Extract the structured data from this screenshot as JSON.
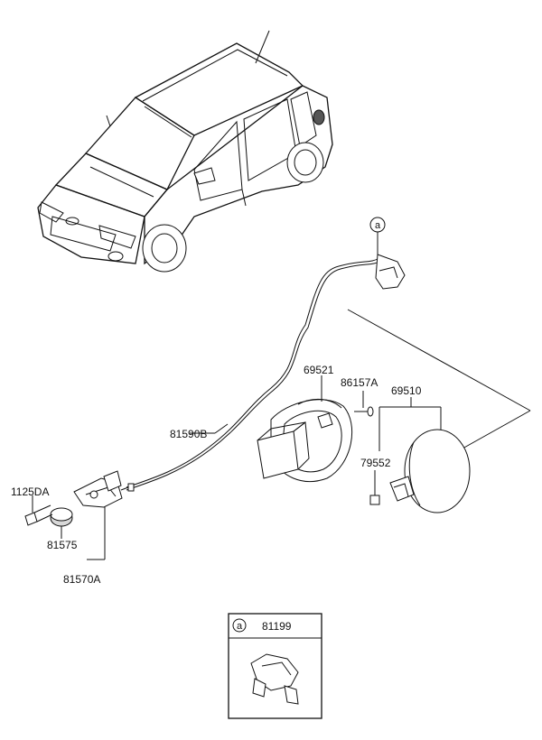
{
  "callout": {
    "ref_letter": "a"
  },
  "parts": {
    "p1125DA": "1125DA",
    "p81575": "81575",
    "p81570A": "81570A",
    "p81590B": "81590B",
    "p69521": "69521",
    "p86157A": "86157A",
    "p69510": "69510",
    "p79552": "79552"
  },
  "detail_box": {
    "ref_letter": "a",
    "part_number": "81199"
  }
}
